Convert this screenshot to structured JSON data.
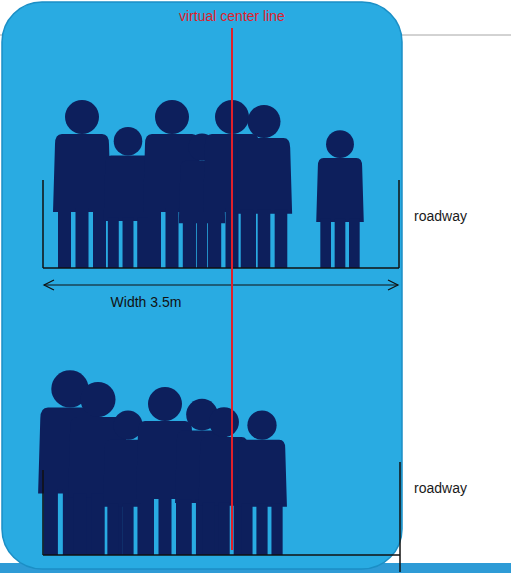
{
  "diagram": {
    "labels": [
      "virtual center line",
      "Width 3.5m",
      "roadway",
      "roadway"
    ]
  }
}
